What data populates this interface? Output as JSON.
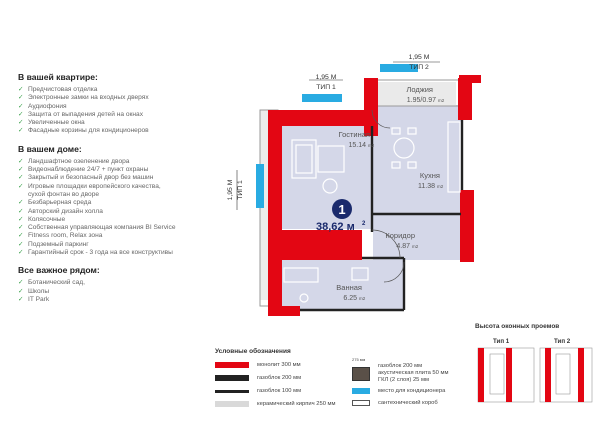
{
  "features": {
    "sections": [
      {
        "title": "В вашей квартире:",
        "items": [
          "Предчистовая отделка",
          "Электронные замки на входных дверях",
          "Аудиофония",
          "Защита от выпадения детей на окнах",
          "Увеличенные окна",
          "Фасадные корзины для кондиционеров"
        ]
      },
      {
        "title": "В вашем доме:",
        "items": [
          "Ландшафтное озеленение двора",
          "Видеонаблюдение 24/7 + пункт охраны",
          "Закрытый и безопасный двор без машин",
          "Игровые площадки европейского качества,",
          "сухой фонтан во дворе",
          "Безбарьерная среда",
          "Авторский дизайн холла",
          "Колясочные",
          "Собственная управляющая компания BI Service",
          "Fitness room, Relax зона",
          "Подземный паркинг",
          "Гарантийный срок - 3 года на все конструктивы"
        ]
      },
      {
        "title": "Все важное рядом:",
        "items": [
          "Ботанический сад,",
          "Школы",
          "IT Park"
        ]
      }
    ]
  },
  "plan": {
    "apartment_number": "1",
    "total_area": "38,62 м",
    "total_area_sup": "2",
    "rooms": [
      {
        "name": "Гостиная",
        "area": "15.14",
        "unit": "m2"
      },
      {
        "name": "Кухня",
        "area": "11.38",
        "unit": "m2"
      },
      {
        "name": "Коридор",
        "area": "4.87",
        "unit": "m2"
      },
      {
        "name": "Ванная",
        "area": "6.25",
        "unit": "m2"
      },
      {
        "name": "Лоджия",
        "area": "1.95/0.97",
        "unit": "m2"
      }
    ],
    "windows": [
      {
        "dim": "1,95 М",
        "type": "ТИП 1"
      },
      {
        "dim": "1,95 М",
        "type": "ТИП 2"
      },
      {
        "dim": "1,95 М",
        "type": "ТИП 1"
      }
    ]
  },
  "legend": {
    "title": "Условные обозначения",
    "items": [
      {
        "label": "монолит 300 мм",
        "color": "#e30613"
      },
      {
        "label": "газоблок 200 мм",
        "color": "#222222"
      },
      {
        "label": "газоблок 100 мм",
        "color": "#222222"
      },
      {
        "label": "керамический кирпич 250 мм",
        "color": "#d9d9d9"
      }
    ],
    "items_right": [
      {
        "label": "газоблок 200 мм",
        "color": "#5a5048"
      },
      {
        "label": "акустическая плита 50 мм",
        "color": "#5a5048"
      },
      {
        "label": "ГКЛ (2 слоя) 25 мм",
        "color": "#5a5048"
      },
      {
        "label": "место для кондиционера",
        "color": "#29abe2"
      },
      {
        "label": "сантехнический короб",
        "color": "#ffffff"
      }
    ],
    "thickness_note": "275 мм"
  },
  "window_heights": {
    "title": "Высота оконных проемов",
    "types": [
      "Тип 1",
      "Тип 2"
    ]
  }
}
